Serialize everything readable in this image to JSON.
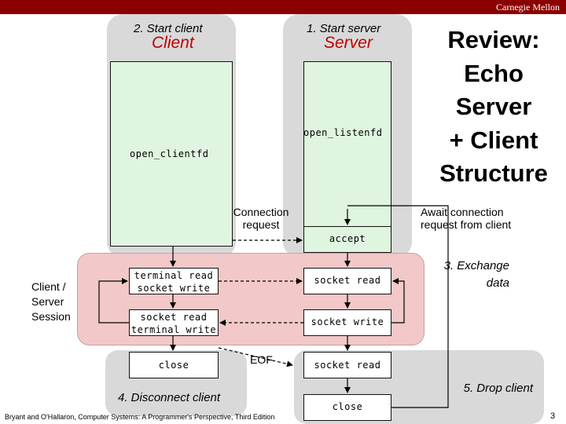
{
  "header": {
    "brand": "Carnegie Mellon"
  },
  "title": {
    "line1": "Review:",
    "line2": "Echo",
    "line3": "Server",
    "line4": "+ Client",
    "line5": "Structure"
  },
  "client": {
    "step": "2. Start client",
    "name": "Client",
    "open": "open_clientfd",
    "read_terminal": [
      "terminal read",
      "socket write"
    ],
    "read_socket": [
      "socket read",
      "terminal write"
    ],
    "close": "close"
  },
  "server": {
    "step": "1. Start server",
    "name": "Server",
    "open": "open_listenfd",
    "accept": "accept",
    "socket_read_1": "socket read",
    "socket_write": "socket write",
    "socket_read_2": "socket read",
    "close": "close"
  },
  "labels": {
    "connection_request": [
      "Connection",
      "request"
    ],
    "await": [
      "Await connection",
      "request from client"
    ],
    "session": [
      "Client /",
      "Server",
      "Session"
    ],
    "exchange": [
      "3. Exchange",
      "data"
    ],
    "eof": "EOF",
    "disconnect": "4. Disconnect client",
    "drop": "5. Drop client"
  },
  "footer": {
    "citation": "Bryant and O'Hallaron, Computer Systems: A Programmer's Perspective, Third Edition",
    "page": "3"
  },
  "colors": {
    "bar": "#8b0000",
    "green": "#dff5df",
    "pink": "#f2c8c8",
    "panel": "#d9d9d9"
  }
}
